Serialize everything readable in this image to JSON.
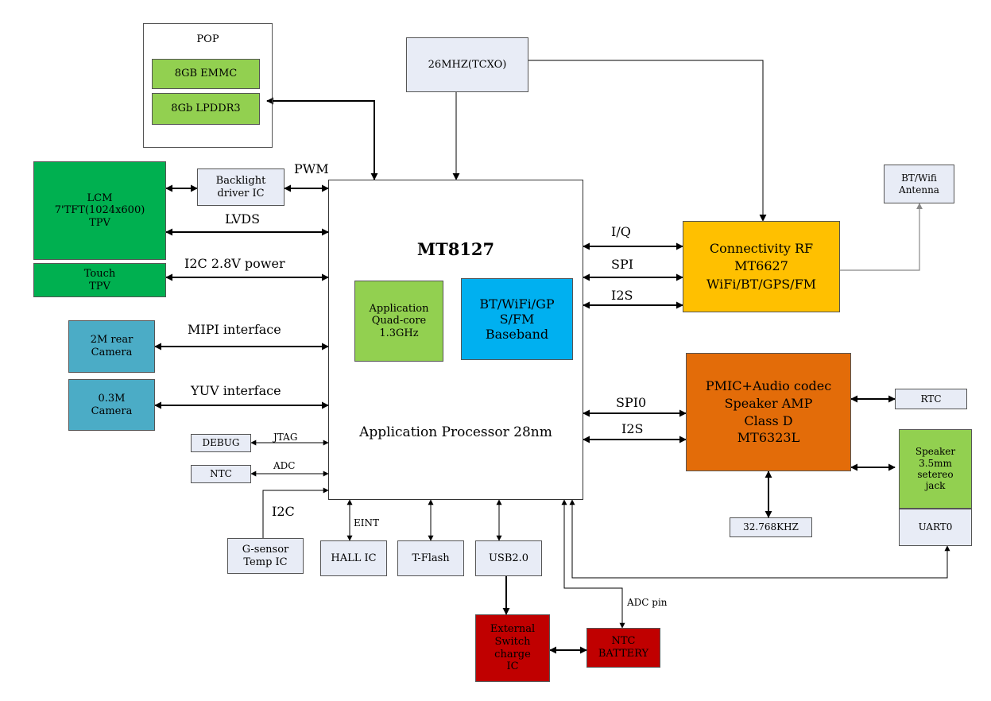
{
  "diagram": {
    "pop": {
      "title": "POP",
      "emmc": "8GB EMMC",
      "lpddr": "8Gb LPDDR3"
    },
    "tcxo": "26MHZ(TCXO)",
    "lcm": [
      "LCM",
      "7'TFT(1024x600)",
      "TPV"
    ],
    "touch": [
      "Touch",
      "TPV"
    ],
    "backlight": [
      "Backlight",
      "driver IC"
    ],
    "rear_camera": [
      "2M rear",
      "Camera"
    ],
    "front_camera": [
      "0.3M",
      "Camera"
    ],
    "debug": "DEBUG",
    "ntc": "NTC",
    "gsensor": [
      "G-sensor",
      "Temp IC"
    ],
    "hall": "HALL IC",
    "tflash": "T-Flash",
    "usb": "USB2.0",
    "charger": [
      "External",
      "Switch",
      "charge",
      "IC"
    ],
    "battery": [
      "NTC",
      "BATTERY"
    ],
    "processor": {
      "name": "MT8127",
      "subtitle": "Application Processor 28nm",
      "app_core": [
        "Application",
        "Quad-core",
        "1.3GHz"
      ],
      "baseband": [
        "BT/WiFi/GP",
        "S/FM",
        "Baseband"
      ]
    },
    "connectivity": [
      "Connectivity RF",
      "MT6627",
      "WiFi/BT/GPS/FM"
    ],
    "antenna": [
      "BT/Wifi",
      "Antenna"
    ],
    "pmic": [
      "PMIC+Audio codec",
      "Speaker AMP",
      "Class D",
      "MT6323L"
    ],
    "rtc": "RTC",
    "crystal": "32.768KHZ",
    "speaker": [
      "Speaker",
      "3.5mm",
      "setereo",
      "jack"
    ],
    "uart": "UART0",
    "labels": {
      "pwm": "PWM",
      "lvds": "LVDS",
      "i2c_power": "I2C 2.8V power",
      "mipi": "MIPI interface",
      "yuv": "YUV interface",
      "jtag": "JTAG",
      "adc": "ADC",
      "i2c": "I2C",
      "eint": "EINT",
      "iq": "I/Q",
      "spi": "SPI",
      "i2s": "I2S",
      "spi0": "SPI0",
      "i2s2": "I2S",
      "adc_pin": "ADC pin"
    }
  }
}
